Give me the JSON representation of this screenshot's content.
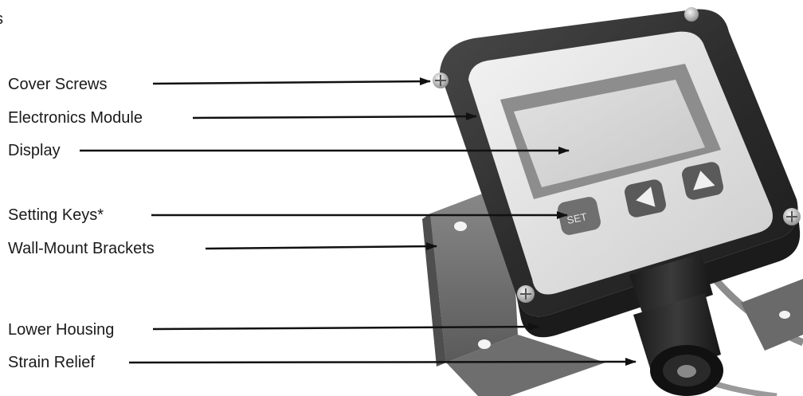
{
  "labels": [
    {
      "id": "cover-screws",
      "text": "Cover Screws"
    },
    {
      "id": "electronics-module",
      "text": "Electronics Module"
    },
    {
      "id": "display",
      "text": "Display"
    },
    {
      "id": "setting-keys",
      "text": "Setting Keys*"
    },
    {
      "id": "wall-mount-brackets",
      "text": "Wall-Mount Brackets"
    },
    {
      "id": "lower-housing",
      "text": "Lower Housing"
    },
    {
      "id": "strain-relief",
      "text": "Strain Relief"
    }
  ],
  "device": {
    "set_key_label": "SET"
  },
  "corner_fragment": "s"
}
